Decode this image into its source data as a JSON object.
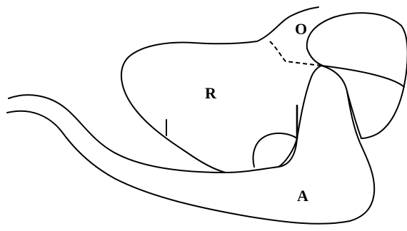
{
  "labels": {
    "top_region": "O",
    "center_region": "R",
    "bottom_region": "A"
  },
  "colors": {
    "stroke": "#000000",
    "background": "#ffffff"
  }
}
